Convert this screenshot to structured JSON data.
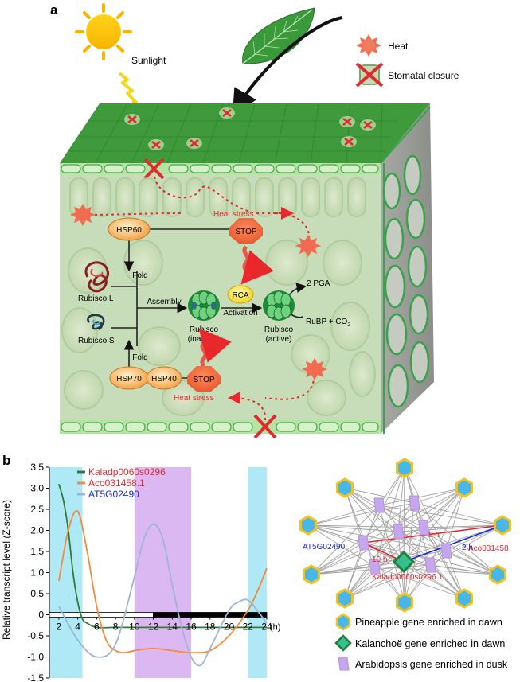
{
  "panel_a": {
    "label": "a",
    "sunlight": "Sunlight",
    "legend": {
      "heat": "Heat",
      "stomatal": "Stomatal closure"
    },
    "hsp60": "HSP60",
    "hsp70": "HSP70",
    "hsp40": "HSP40",
    "stop": "STOP",
    "rca": "RCA",
    "heat_stress": "Heat stress",
    "fold": "Fold",
    "assembly": "Assembly",
    "activation": "Activation",
    "rubisco_l": "Rubisco L",
    "rubisco_s": "Rubisco S",
    "rubisco_inactive_1": "Rubisco",
    "rubisco_inactive_2": "(inactive)",
    "rubisco_active_1": "Rubisco",
    "rubisco_active_2": "(active)",
    "pga": "2 PGA",
    "rubp": "RuBP + CO",
    "rubp_sub": "2"
  },
  "panel_b": {
    "label": "b",
    "chart_data": {
      "type": "line",
      "ylabel": "Relative transcript level (Z-score)",
      "xlabel": "(h)",
      "xlim": [
        1,
        24
      ],
      "ylim": [
        -1.5,
        3.5
      ],
      "xticks": [
        "2",
        "4",
        "6",
        "8",
        "10",
        "12",
        "14",
        "16",
        "18",
        "20",
        "22",
        "24"
      ],
      "yticks": [
        "3.5",
        "3.0",
        "2.5",
        "2.0",
        "1.5",
        "1.0",
        "0.5",
        "0",
        "-0.5",
        "-1.0",
        "-1.5"
      ],
      "shaded_regions": [
        {
          "from": 1,
          "to": 4.5,
          "color": "#aee9f5"
        },
        {
          "from": 10,
          "to": 16,
          "color": "#dcb8f2"
        },
        {
          "from": 22,
          "to": 24,
          "color": "#aee9f5"
        }
      ],
      "light_bar": [
        {
          "from": 1,
          "to": 12,
          "state": "light"
        },
        {
          "from": 12,
          "to": 24,
          "state": "dark"
        }
      ],
      "series": [
        {
          "name": "Kaladp0060s0296",
          "color": "#2e7d32",
          "x": [
            2,
            2.5,
            3,
            3.5,
            4,
            4.5,
            5,
            6,
            8,
            10,
            12,
            14,
            16,
            18,
            20,
            22,
            24
          ],
          "y": [
            3.1,
            2.7,
            2.0,
            1.0,
            0.3,
            -0.1,
            -0.2,
            -0.3,
            -0.3,
            -0.3,
            -0.3,
            -0.3,
            -0.3,
            -0.3,
            -0.3,
            -0.3,
            -0.3
          ]
        },
        {
          "name": "Aco031458.1",
          "color": "#f48a3a",
          "x": [
            2,
            3,
            4,
            5,
            6,
            7,
            8,
            9,
            10,
            12,
            14,
            16,
            18,
            20,
            22,
            23,
            24
          ],
          "y": [
            0.8,
            2.0,
            2.45,
            1.5,
            0.2,
            -0.6,
            -0.85,
            -0.9,
            -0.85,
            -0.8,
            -0.85,
            -0.9,
            -0.85,
            -0.5,
            0.1,
            0.55,
            1.1
          ]
        },
        {
          "name": "AT5G02490",
          "color": "#9fb4d6",
          "x": [
            2,
            4,
            6,
            8,
            10,
            11,
            12,
            13,
            14,
            15,
            16,
            17,
            18,
            20,
            21,
            22,
            23,
            24
          ],
          "y": [
            0.2,
            -0.6,
            -1.0,
            -0.7,
            0.9,
            1.8,
            2.15,
            1.8,
            0.7,
            -0.3,
            -1.0,
            -1.2,
            -0.8,
            0.1,
            0.3,
            0.35,
            0.1,
            -0.2
          ]
        }
      ]
    },
    "network": {
      "labels": {
        "at": "AT5G02490",
        "aco": "Aco031458",
        "kal": "Kaladp0060s0296.1",
        "h8": "8 h",
        "h2": "2 h",
        "h10": "10 h"
      },
      "legend": [
        "Pineapple gene enriched in dawn",
        "Kalanchoë gene enriched in dawn",
        "Arabidopsis gene enriched in dusk"
      ]
    }
  }
}
